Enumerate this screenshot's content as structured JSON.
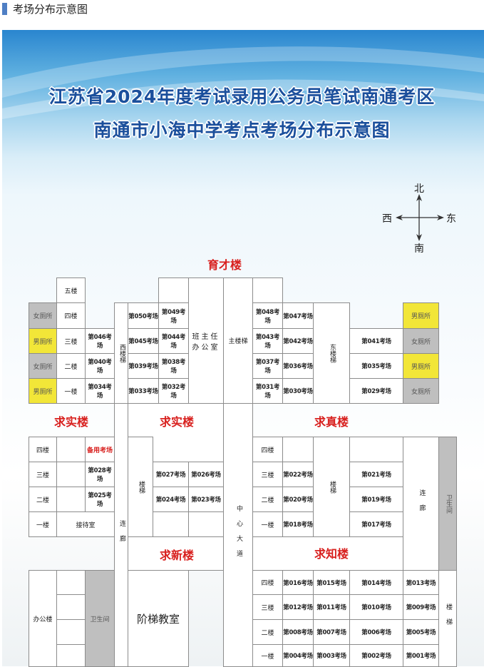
{
  "header": {
    "title": "考场分布示意图"
  },
  "banner": {
    "title_line1": "江苏省2024年度考试录用公务员笔试南通考区",
    "title_line2": "南通市小海中学考点考场分布示意图"
  },
  "compass": {
    "north": "北",
    "south": "南",
    "east": "东",
    "west": "西"
  },
  "yucai": {
    "name": "育才楼",
    "floors": [
      "五楼",
      "四楼",
      "三楼",
      "二楼",
      "一楼"
    ],
    "restrooms_west": [
      "女厕所",
      "男厕所",
      "女厕所",
      "男厕所"
    ],
    "restrooms_east": [
      "男厕所",
      "女厕所",
      "男厕所",
      "女厕所"
    ],
    "west_stair": "西楼梯",
    "main_stair": "主楼梯",
    "east_stair": "东楼梯",
    "office_line1": "班主任",
    "office_line2": "办公室",
    "rooms": {
      "r050": "第050考场",
      "r049": "第049考场",
      "r048": "第048考场",
      "r047": "第047考场",
      "r046": "第046考场",
      "r045": "第045考场",
      "r044": "第044考场",
      "r043": "第043考场",
      "r042": "第042考场",
      "r041": "第041考场",
      "r040": "第040考场",
      "r039": "第039考场",
      "r038": "第038考场",
      "r037": "第037考场",
      "r036": "第036考场",
      "r035": "第035考场",
      "r034": "第034考场",
      "r033": "第033考场",
      "r032": "第032考场",
      "r031": "第031考场",
      "r030": "第030考场",
      "r029": "第029考场"
    }
  },
  "qiushi_west": {
    "name": "求实楼",
    "floors": [
      "四楼",
      "三楼",
      "二楼",
      "一楼"
    ],
    "reserve_room": "备用考场",
    "rooms": {
      "r028": "第028考场",
      "r025": "第025考场"
    },
    "reception": "接待室"
  },
  "qiushi_east": {
    "name": "求实楼",
    "stair": "楼梯",
    "rooms": {
      "r027": "第027考场",
      "r026": "第026考场",
      "r024": "第024考场",
      "r023": "第023考场"
    }
  },
  "qiuzhen": {
    "name": "求真楼",
    "floors": [
      "四楼",
      "三楼",
      "二楼",
      "一楼"
    ],
    "stair": "楼梯",
    "corridor": "连廊",
    "restroom": "卫生间",
    "rooms": {
      "r022": "第022考场",
      "r021": "第021考场",
      "r020": "第020考场",
      "r019": "第019考场",
      "r018": "第018考场",
      "r017": "第017考场"
    }
  },
  "qiuxin": {
    "name": "求新楼",
    "lecture_hall": "阶梯教室"
  },
  "qiuzhi": {
    "name": "求知楼",
    "floors": [
      "四楼",
      "三楼",
      "二楼",
      "一楼"
    ],
    "stair": "楼梯",
    "rooms": {
      "r016": "第016考场",
      "r015": "第015考场",
      "r014": "第014考场",
      "r013": "第013考场",
      "r012": "第012考场",
      "r011": "第011考场",
      "r010": "第010考场",
      "r009": "第009考场",
      "r008": "第008考场",
      "r007": "第007考场",
      "r006": "第006考场",
      "r005": "第005考场",
      "r004": "第004考场",
      "r003": "第003考场",
      "r002": "第002考场",
      "r001": "第001考场"
    }
  },
  "office_building": {
    "name": "办公楼",
    "restroom": "卫生间"
  },
  "paths": {
    "west_corridor": "连廊",
    "central_avenue": "中心大道"
  }
}
